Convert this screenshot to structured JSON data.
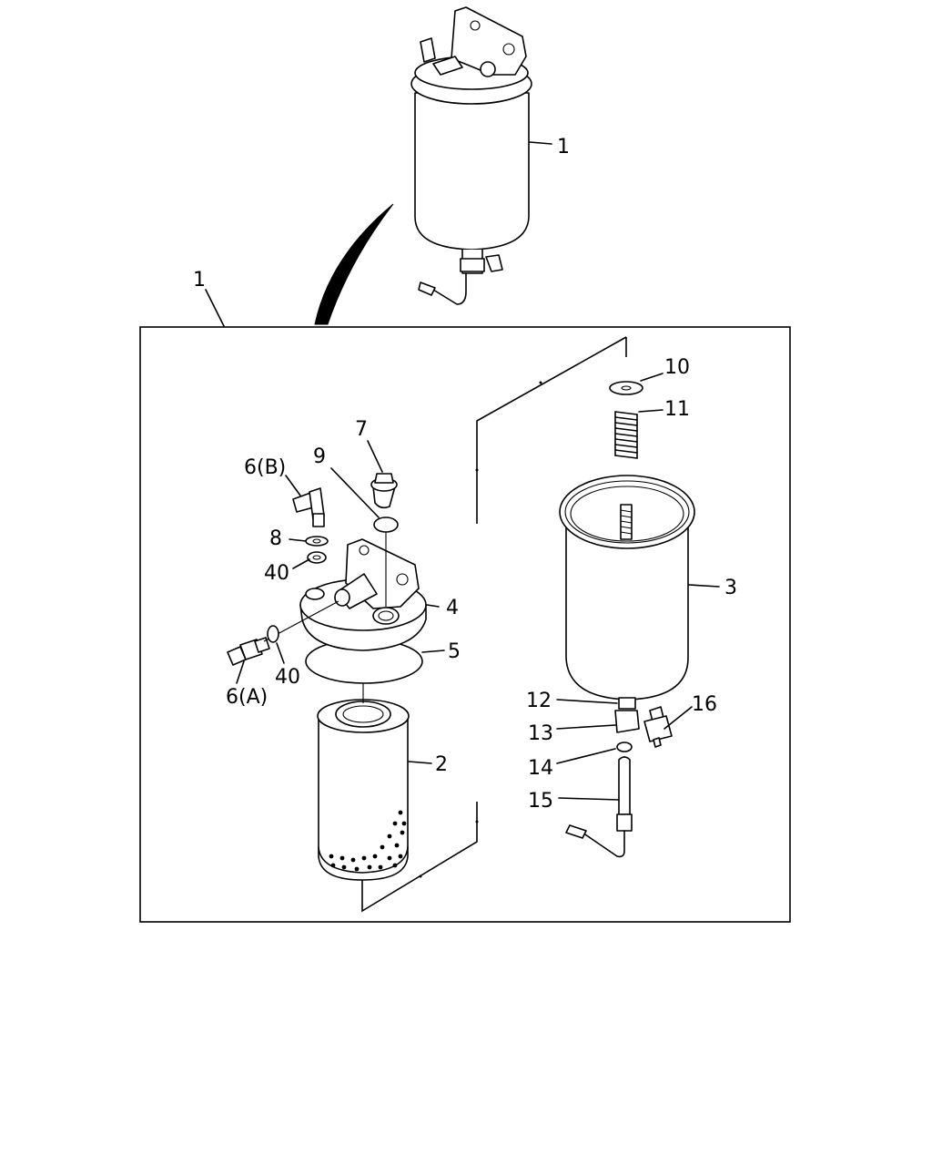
{
  "callouts": {
    "c1_top": "1",
    "c1_box": "1",
    "c2": "2",
    "c3": "3",
    "c4": "4",
    "c5": "5",
    "c6a": "6(A)",
    "c6b": "6(B)",
    "c7": "7",
    "c8": "8",
    "c9": "9",
    "c10": "10",
    "c11": "11",
    "c12": "12",
    "c13": "13",
    "c14": "14",
    "c15": "15",
    "c16": "16",
    "c40_upper": "40",
    "c40_lower": "40"
  },
  "colors": {
    "line": "#000000",
    "background": "#ffffff"
  }
}
